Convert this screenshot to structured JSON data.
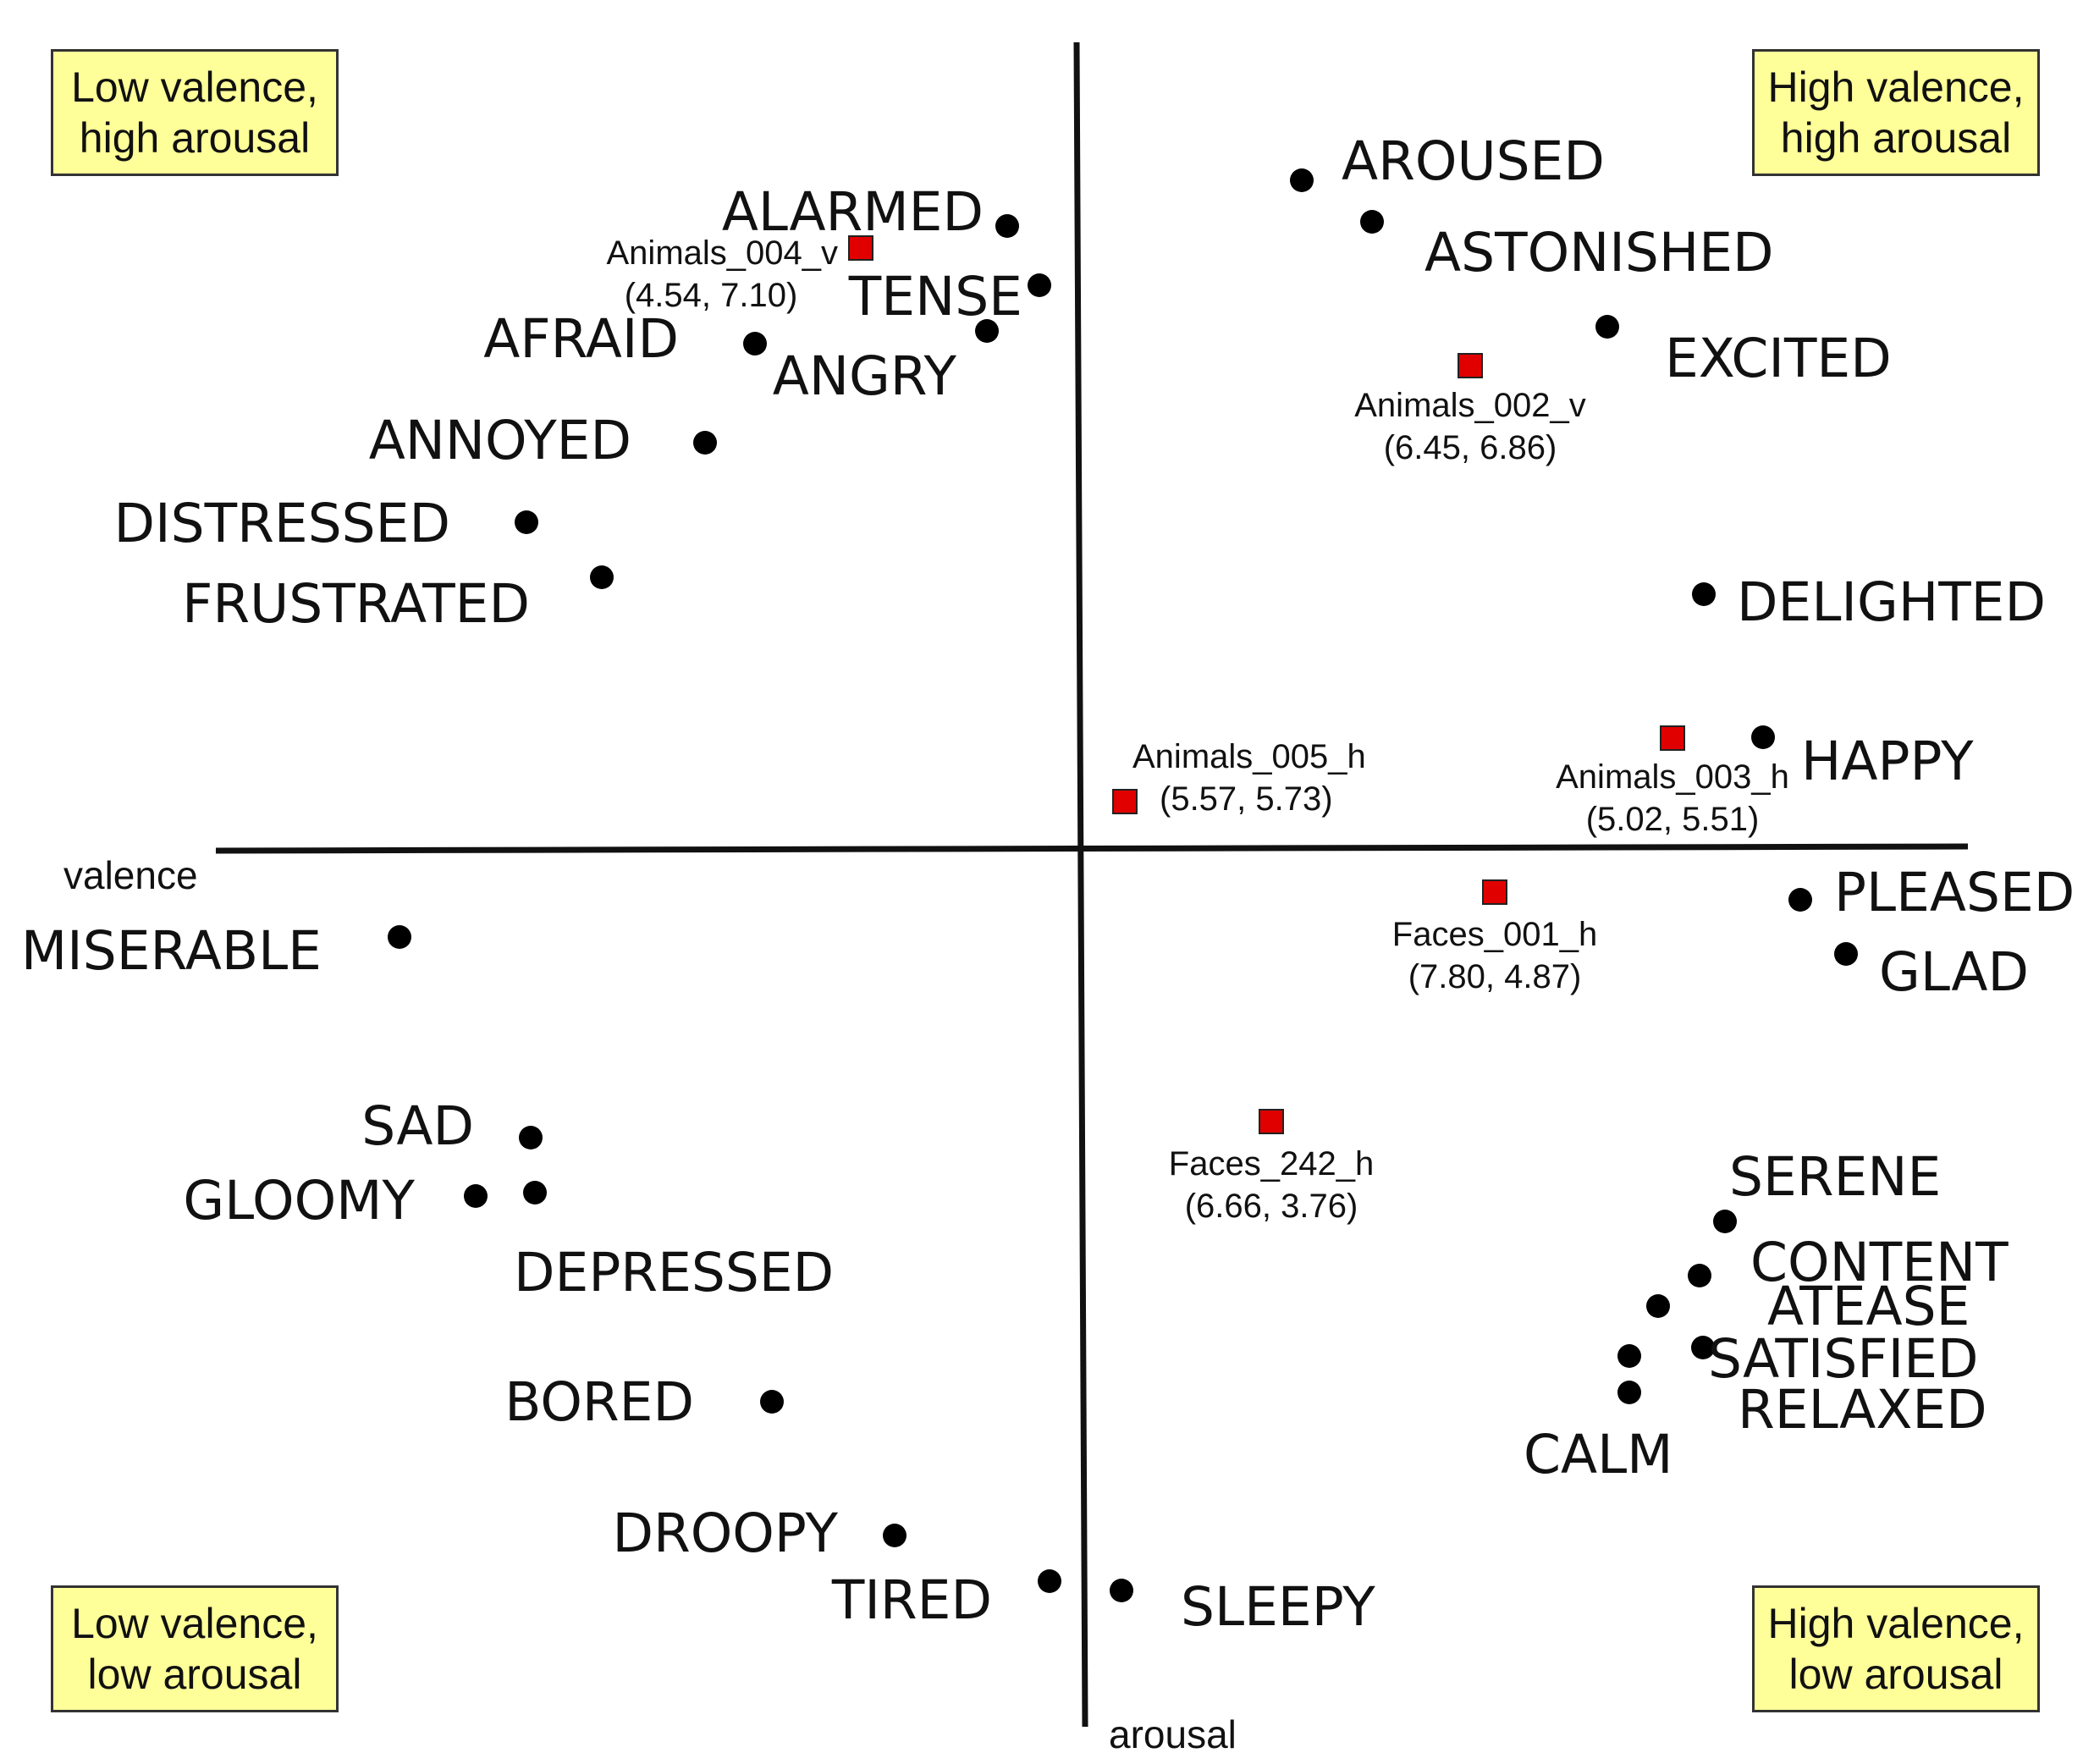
{
  "axes": {
    "x_label": "valence",
    "y_label": "arousal"
  },
  "quadrants": {
    "top_left": {
      "line1": "Low valence,",
      "line2": "high arousal"
    },
    "top_right": {
      "line1": "High valence,",
      "line2": "high arousal"
    },
    "bottom_left": {
      "line1": "Low valence,",
      "line2": "low arousal"
    },
    "bottom_right": {
      "line1": "High valence,",
      "line2": "low arousal"
    }
  },
  "emotions": [
    "ALARMED",
    "TENSE",
    "AFRAID",
    "ANGRY",
    "ANNOYED",
    "DISTRESSED",
    "FRUSTRATED",
    "AROUSED",
    "ASTONISHED",
    "EXCITED",
    "DELIGHTED",
    "HAPPY",
    "PLEASED",
    "GLAD",
    "MISERABLE",
    "SAD",
    "GLOOMY",
    "DEPRESSED",
    "BORED",
    "DROOPY",
    "TIRED",
    "SLEEPY",
    "SERENE",
    "CONTENT",
    "ATEASE",
    "SATISFIED",
    "RELAXED",
    "CALM"
  ],
  "stimuli": [
    {
      "name": "Animals_004_v",
      "coords": "(4.54, 7.10)"
    },
    {
      "name": "Animals_002_v",
      "coords": "(6.45, 6.86)"
    },
    {
      "name": "Animals_005_h",
      "coords": "(5.57, 5.73)"
    },
    {
      "name": "Animals_003_h",
      "coords": "(5.02, 5.51)"
    },
    {
      "name": "Faces_001_h",
      "coords": "(7.80, 4.87)"
    },
    {
      "name": "Faces_242_h",
      "coords": "(6.66, 3.76)"
    }
  ],
  "colors": {
    "axis": "#111111",
    "dot": "#000000",
    "stimulus_marker": "#e00000",
    "quadrant_box": "#ffff99"
  }
}
